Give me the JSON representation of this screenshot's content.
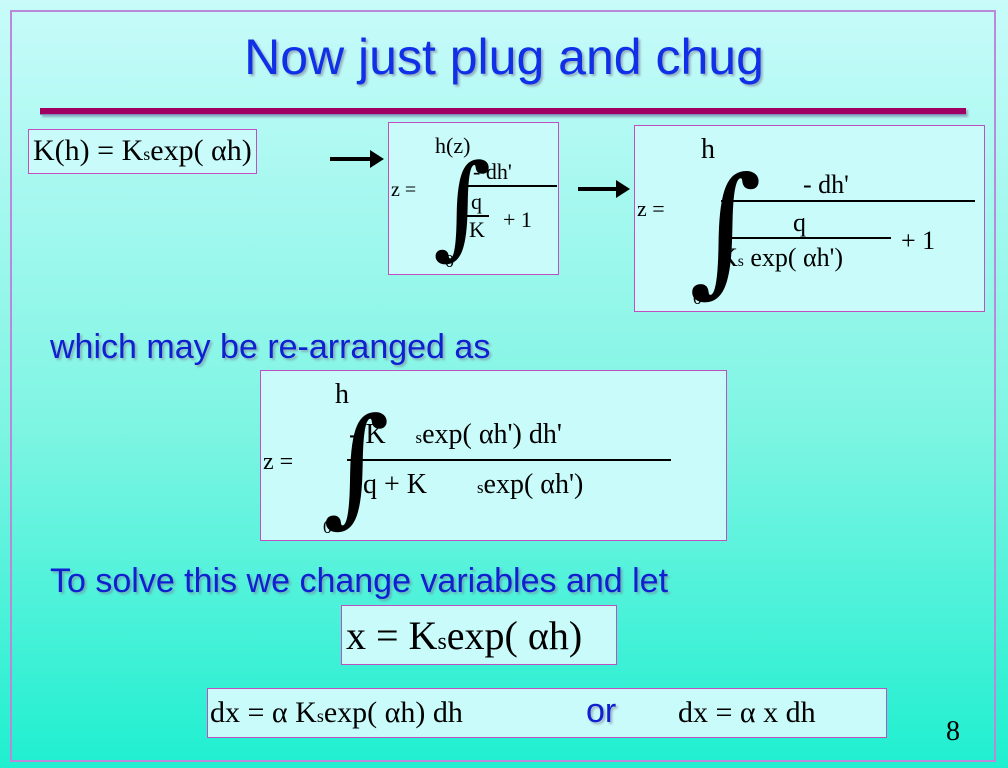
{
  "slide": {
    "title": "Now just plug and chug",
    "page_number": "8",
    "text_rearranged": "which may be re-arranged as",
    "text_change": "To solve this we change variables and let",
    "or_text": "or"
  },
  "equations": {
    "k_of_h": "K(h) = K",
    "k_of_h_sub": "s",
    "k_of_h_rest": "exp( αh)",
    "eq1": {
      "lhs": "z =",
      "upper": "h(z)",
      "num": "- dh'",
      "den_top": "q",
      "den_bot": "K",
      "plus": "+ 1",
      "lower": "0"
    },
    "eq2": {
      "lhs": "z =",
      "upper": "h",
      "num": "- dh'",
      "den_top": "q",
      "den_bot_a": "K",
      "den_bot_sub": "s",
      "den_bot_b": " exp(   αh')",
      "plus": "+ 1",
      "lower": "0"
    },
    "eq3": {
      "lhs": "z =",
      "upper": "h",
      "num_a": "- K",
      "num_sub": "s",
      "num_b": "exp(  αh') dh'",
      "den_a": "q + K",
      "den_sub": "s",
      "den_b": "exp(  αh')",
      "lower": "0"
    },
    "eq4": {
      "a": "x = K",
      "sub": "s",
      "b": "exp( αh)"
    },
    "eq5": {
      "a": "dx =   α K",
      "sub": "s",
      "b": "exp(  αh) dh",
      "c": "dx =    α x dh"
    }
  }
}
